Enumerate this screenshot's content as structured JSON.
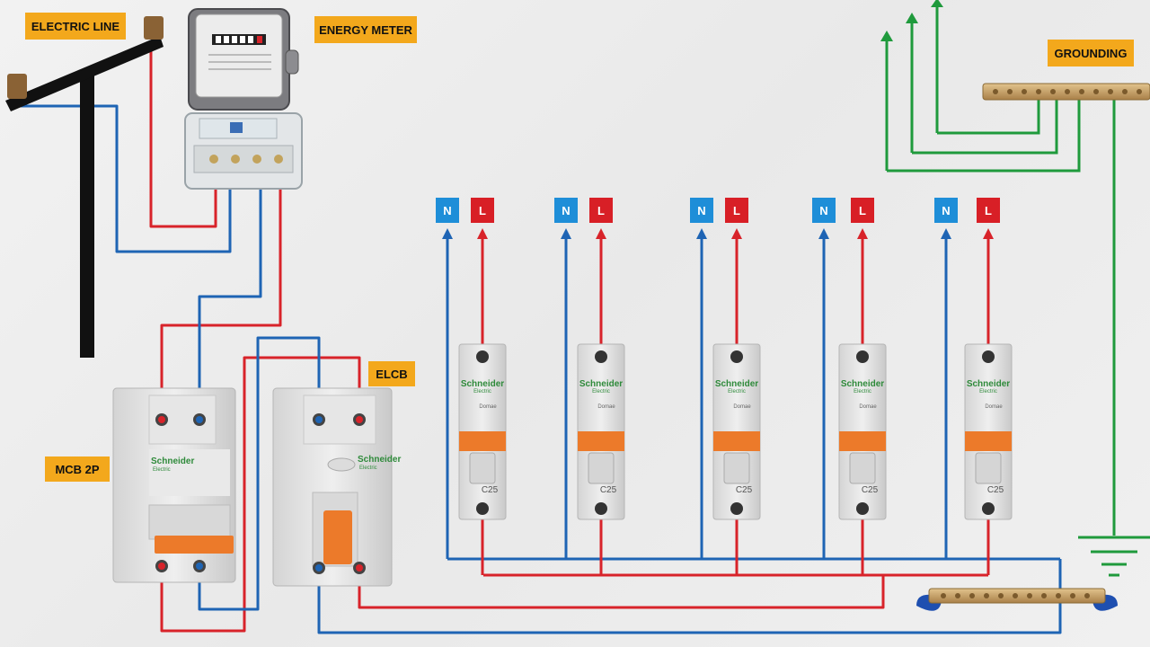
{
  "labels": {
    "electric_line": "ELECTRIC LINE",
    "energy_meter": "ENERGY METER",
    "grounding": "GROUNDING",
    "elcb": "ELCB",
    "mcb_2p": "MCB 2P"
  },
  "terminals": {
    "neutral": "N",
    "live": "L"
  },
  "breaker": {
    "brand": "Schneider",
    "brand_sub": "Electric",
    "series": "Domae",
    "rating": "C25",
    "count": 5
  },
  "colors": {
    "live_wire": "#d8232a",
    "neutral_wire": "#1e64b4",
    "ground_wire": "#1f9a3c",
    "label_bg": "#f3a81c",
    "neutral_tag": "#1e8ed8",
    "live_tag": "#d81f26",
    "breaker_toggle": "#ec7a2a",
    "pole": "#111111",
    "busbar": "#c9a46a",
    "insulator": "#1e4fb0"
  },
  "icons": [
    "utility-pole-icon",
    "energy-meter-icon",
    "ground-symbol-icon",
    "busbar-icon"
  ]
}
